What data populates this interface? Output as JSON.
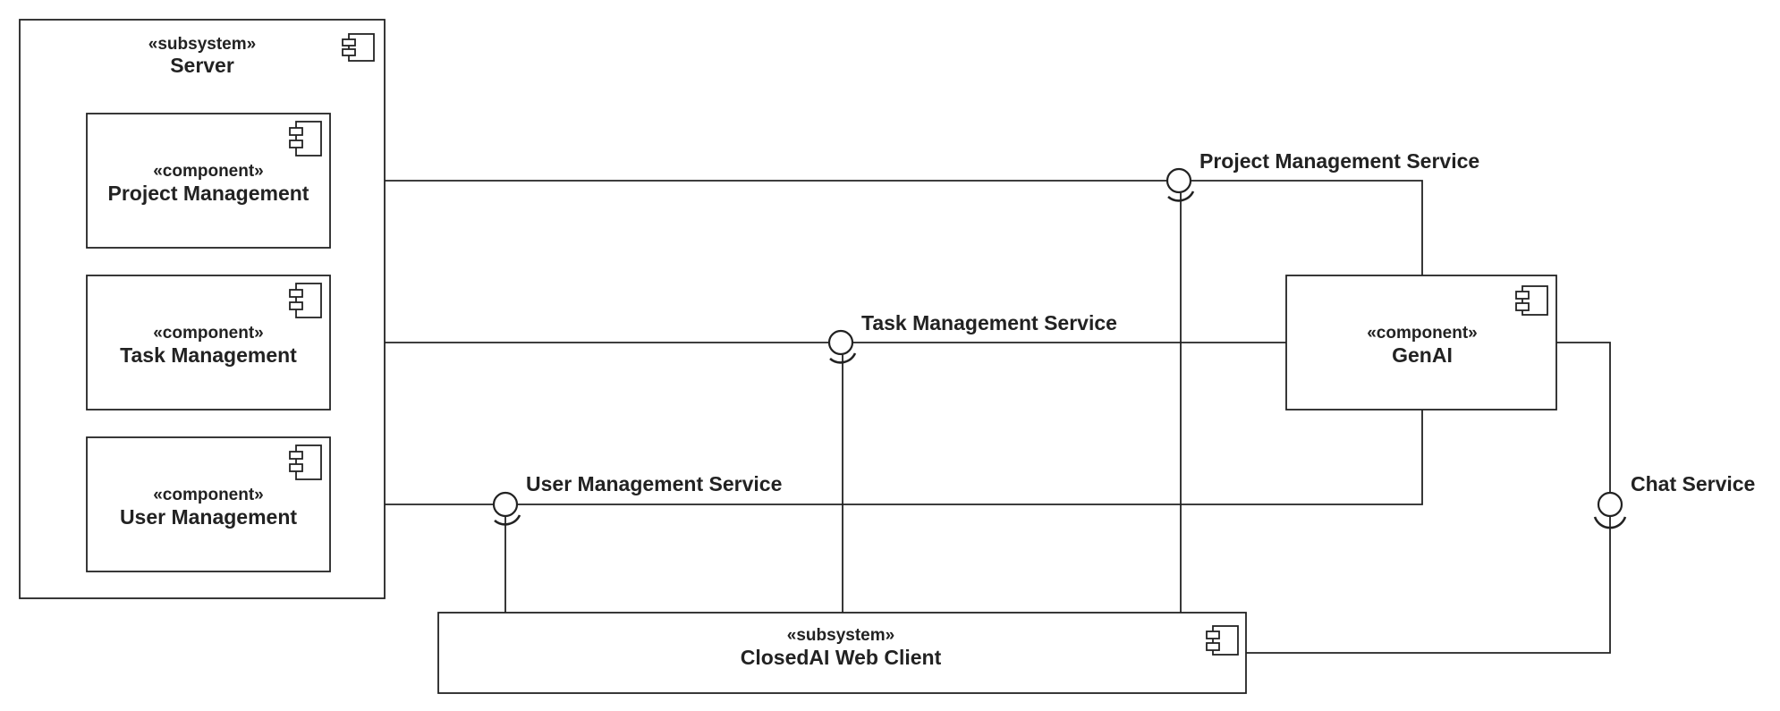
{
  "diagram": {
    "server": {
      "stereotype": "«subsystem»",
      "name": "Server"
    },
    "project_management": {
      "stereotype": "«component»",
      "name": "Project Management"
    },
    "task_management": {
      "stereotype": "«component»",
      "name": "Task Management"
    },
    "user_management": {
      "stereotype": "«component»",
      "name": "User Management"
    },
    "genai": {
      "stereotype": "«component»",
      "name": "GenAI"
    },
    "web_client": {
      "stereotype": "«subsystem»",
      "name": "ClosedAI Web Client"
    },
    "interfaces": {
      "project_management_service": "Project Management Service",
      "task_management_service": "Task Management Service",
      "user_management_service": "User Management Service",
      "chat_service": "Chat Service"
    }
  }
}
